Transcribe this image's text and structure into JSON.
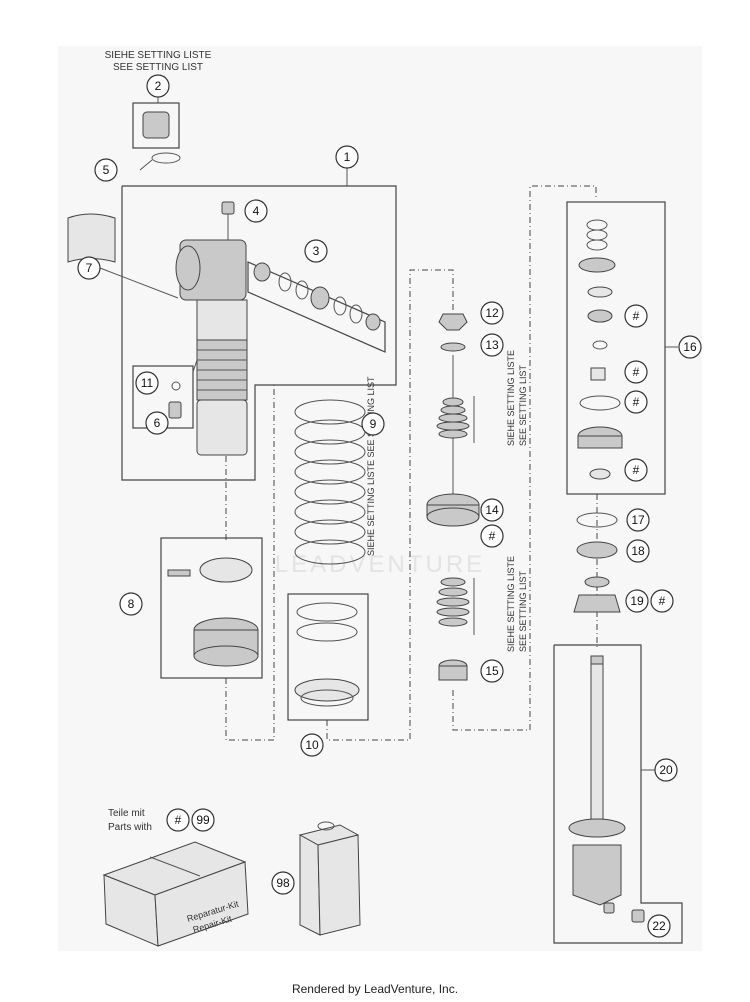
{
  "diagram": {
    "setting_list_top": [
      "SIEHE SETTING LISTE",
      "SEE SETTING LIST"
    ],
    "setting_list_vertical": "SIEHE SETTING LISTE SEE SETTING LIST",
    "parts_with": [
      "Teile mit",
      "Parts with"
    ],
    "kit_label": [
      "Reparatur-Kit",
      "Repair-Kit"
    ],
    "watermark": "LEADVENTURE",
    "hash": "#",
    "callouts": {
      "c1": "1",
      "c2": "2",
      "c3": "3",
      "c4": "4",
      "c5": "5",
      "c6": "6",
      "c7": "7",
      "c8": "8",
      "c9": "9",
      "c10": "10",
      "c11": "11",
      "c12": "12",
      "c13": "13",
      "c14": "14",
      "c15": "15",
      "c16": "16",
      "c17": "17",
      "c18": "18",
      "c19": "19",
      "c20": "20",
      "c22": "22",
      "c98": "98",
      "c99": "99"
    }
  },
  "footer": "Rendered by LeadVenture, Inc."
}
